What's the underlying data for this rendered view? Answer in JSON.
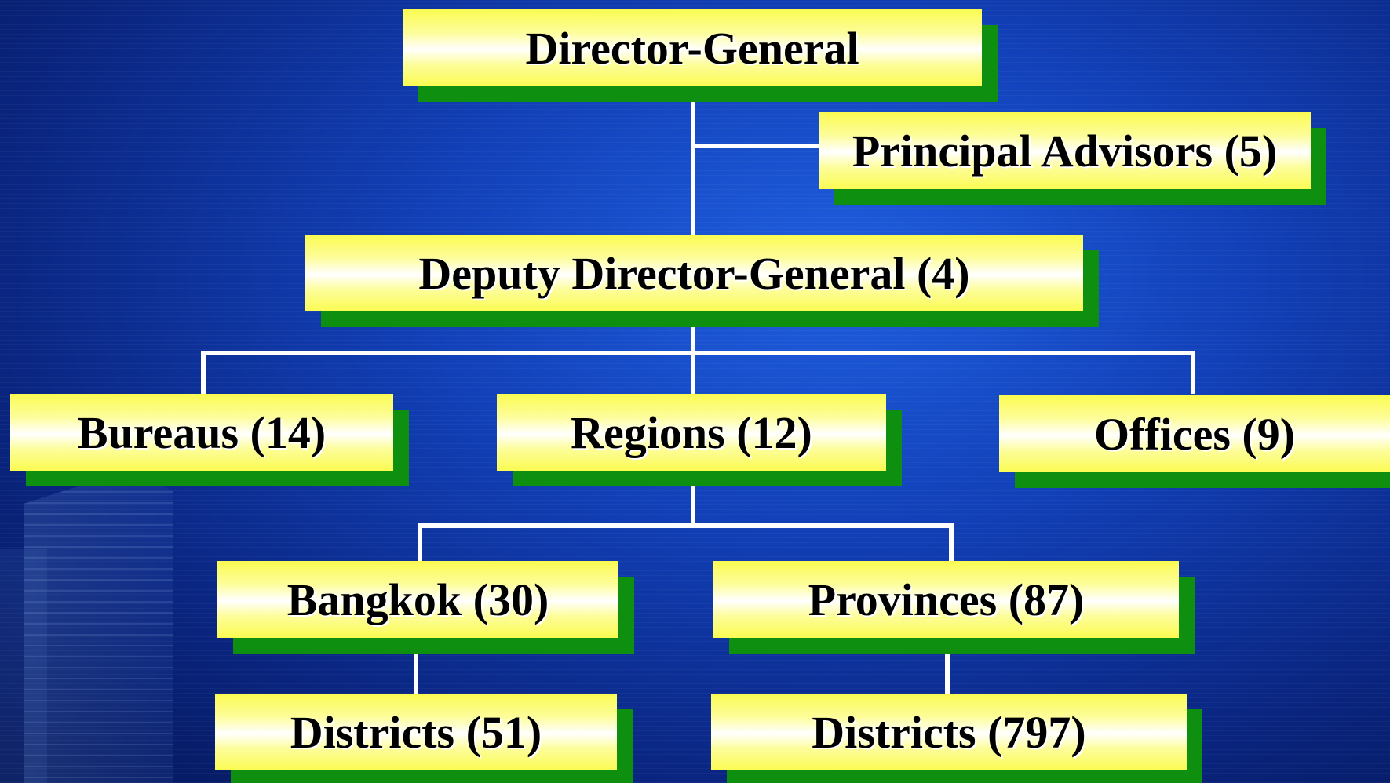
{
  "org_chart": {
    "director_general": "Director-General",
    "principal_advisors": "Principal Advisors (5)",
    "deputy_director_general": "Deputy Director-General (4)",
    "bureaus": "Bureaus (14)",
    "regions": "Regions (12)",
    "offices": "Offices (9)",
    "bangkok": "Bangkok (30)",
    "provinces": "Provinces (87)",
    "districts_bangkok": "Districts (51)",
    "districts_provinces": "Districts (797)"
  }
}
